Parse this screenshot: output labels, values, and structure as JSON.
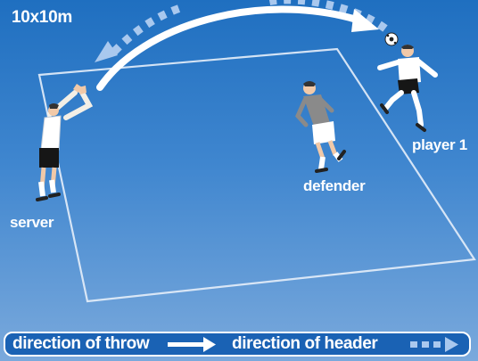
{
  "title": "10x10m",
  "labels": {
    "server": "server",
    "defender": "defender",
    "player1": "player 1"
  },
  "legend": {
    "throw": "direction of throw",
    "header": "direction of header"
  },
  "colors": {
    "background_top": "#1f6fc0",
    "background_bottom": "#7aa9dc",
    "throw_arrow": "#ffffff",
    "header_arrow": "#a9c8ee",
    "defender_shirt": "#8a8a8a",
    "player_kit": "#ffffff"
  },
  "icons": [
    "football-icon",
    "server-figure",
    "defender-figure",
    "player1-figure"
  ]
}
